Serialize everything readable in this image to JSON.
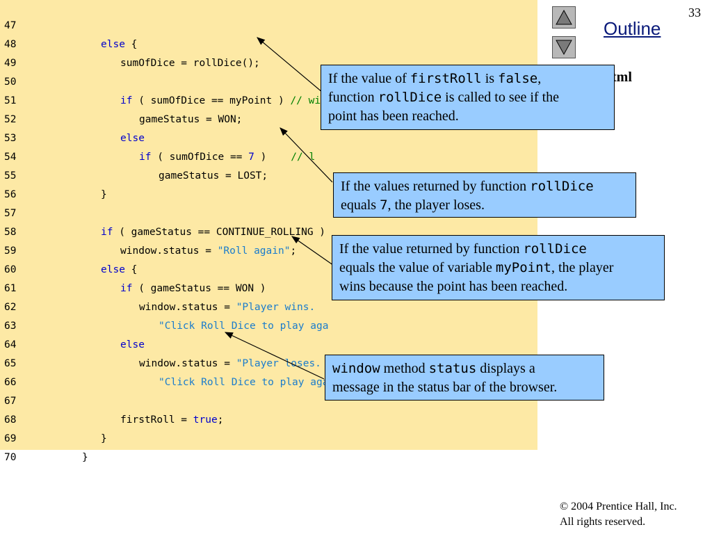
{
  "slide": {
    "number": "33",
    "outline_label": "Outline",
    "file_title_fragment": "tml",
    "copyright_line1": "© 2004 Prentice Hall, Inc.",
    "copyright_line2": "All rights reserved."
  },
  "code": {
    "line_numbers": [
      "47",
      "48",
      "49",
      "50",
      "51",
      "52",
      "53",
      "54",
      "55",
      "56",
      "57",
      "58",
      "59",
      "60",
      "61",
      "62",
      "63",
      "64",
      "65",
      "66",
      "67",
      "68",
      "69",
      "70"
    ],
    "l47_kw": "else",
    "l47_rest": " {",
    "l48": "sumOfDice = rollDice();",
    "l50_kw": "if",
    "l50_rest": " ( sumOfDice == myPoint ) ",
    "l50_comment": "// win by making point",
    "l51": "gameStatus = WON;",
    "l52_kw": "else",
    "l53_kw": "if",
    "l53_rest": " ( sumOfDice == ",
    "l53_num": "7",
    "l53_rest2": " )    ",
    "l53_comment": "// l",
    "l54": "gameStatus = LOST;",
    "l55": "}",
    "l57_kw": "if",
    "l57_rest": " ( gameStatus == CONTINUE_ROLLING )",
    "l58_rest": "window.status = ",
    "l58_str": "\"Roll again\"",
    "l58_end": ";",
    "l59_kw": "else",
    "l59_rest": " {",
    "l60_kw": "if",
    "l60_rest": " ( gameStatus == WON )",
    "l61_rest": "window.status = ",
    "l61_str": "\"Player wins. ",
    "l62_str": "\"Click Roll Dice to play aga",
    "l63_kw": "else",
    "l64_rest": "window.status = ",
    "l64_str": "\"Player loses. \"",
    "l64_end": " +",
    "l65_str": "\"Click Roll Dice to play again.\"",
    "l65_end": ";",
    "l67_rest": "firstRoll = ",
    "l67_kw": "true",
    "l67_end": ";",
    "l68": "}",
    "l69": "}"
  },
  "callouts": {
    "c1_t1": "If the value of ",
    "c1_m1": "firstRoll",
    "c1_t2": " is ",
    "c1_m2": "false",
    "c1_t3": ",",
    "c1_t4": "function ",
    "c1_m3": "rollDice",
    "c1_t5": " is called to see if the",
    "c1_t6": "point has been reached.",
    "c2_t1": "If the values returned by function ",
    "c2_m1": "rollDice",
    "c2_t2": "equals ",
    "c2_m2": "7",
    "c2_t3": ", the player loses.",
    "c3_t1": "If the value returned by function ",
    "c3_m1": "rollDice",
    "c3_t2": "equals the value of variable ",
    "c3_m2": "myPoint",
    "c3_t3": ", the player",
    "c3_t4": "wins because the point has been reached.",
    "c4_m1": "window",
    "c4_t1": " method ",
    "c4_m2": "status",
    "c4_t2": " displays a",
    "c4_t3": "message in the status bar of the browser."
  },
  "icons": {
    "up": "triangle-up-icon",
    "down": "triangle-down-icon"
  },
  "colors": {
    "code_bg": "#fde9a5",
    "callout_bg": "#99ccff",
    "keyword": "#0000cc",
    "string": "#1a7ccc",
    "comment": "#008000"
  }
}
